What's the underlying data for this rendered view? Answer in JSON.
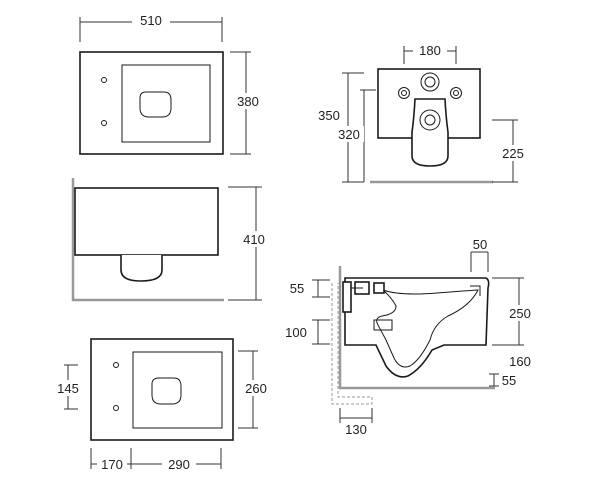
{
  "dimensions": {
    "top_width": "510",
    "top_depth": "380",
    "front_height": "410",
    "plan_inner": "260",
    "plan_offset": "145",
    "plan_left": "170",
    "plan_center": "290",
    "rear_spacing": "180",
    "rear_height_outer": "350",
    "rear_height_inner": "320",
    "rear_height_right": "225",
    "side_top_width": "50",
    "side_top_left": "55",
    "side_mid_left": "100",
    "side_height": "250",
    "side_bottom": "160",
    "side_bottom_right": "55",
    "side_base": "130"
  },
  "colors": {
    "line": "#1a1a1a",
    "wall": "#999999"
  }
}
